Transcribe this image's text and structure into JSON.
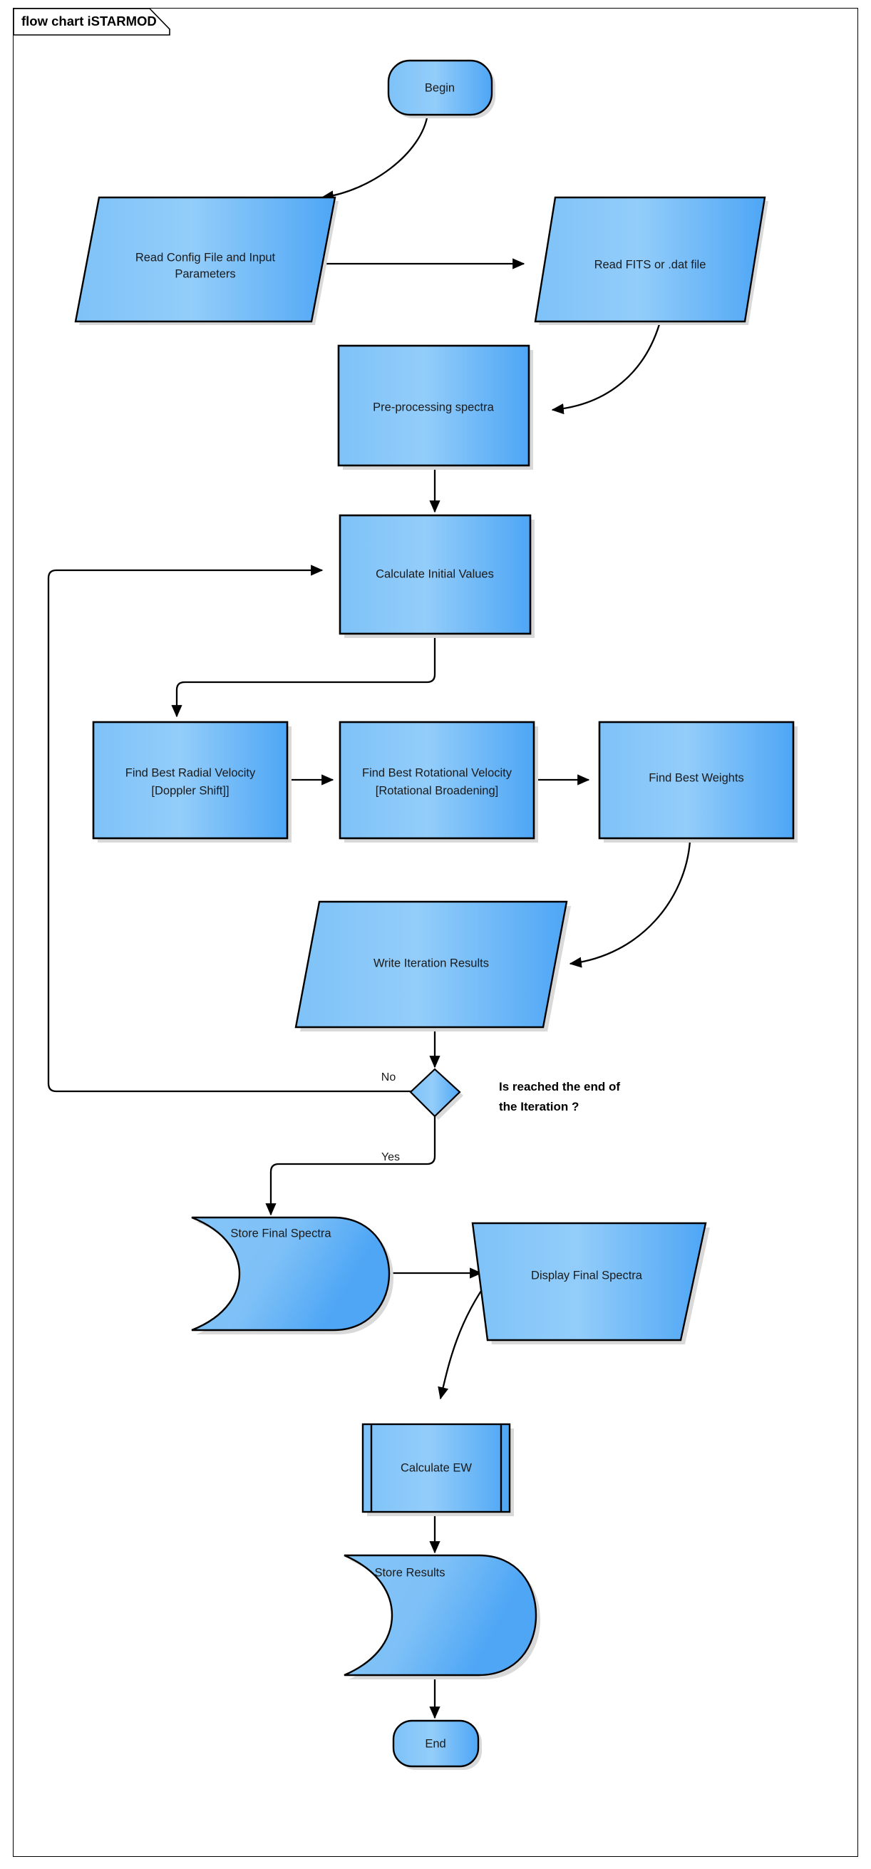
{
  "diagram": {
    "title": "flow chart iSTARMOD",
    "type": "flowchart",
    "colors": {
      "node_fill_light": "#7ec0f7",
      "node_fill_dark": "#4ea6f5",
      "node_stroke": "#000000",
      "edge_stroke": "#000000",
      "background": "#ffffff",
      "shadow": "#d9d9d9"
    },
    "nodes": [
      {
        "id": "begin",
        "label": "Begin",
        "shape": "terminator"
      },
      {
        "id": "read_config",
        "label": "Read Config File and Input Parameters",
        "shape": "parallelogram"
      },
      {
        "id": "read_fits",
        "label": "Read FITS or .dat file",
        "shape": "parallelogram"
      },
      {
        "id": "preprocess",
        "label": "Pre-processing spectra",
        "shape": "process"
      },
      {
        "id": "init_values",
        "label": "Calculate Initial Values",
        "shape": "process"
      },
      {
        "id": "radial_vel",
        "label": "Find Best Radial Velocity [Doppler Shift]]",
        "shape": "process"
      },
      {
        "id": "rot_vel",
        "label": "Find Best Rotational Velocity [Rotational Broadening]",
        "shape": "process"
      },
      {
        "id": "weights",
        "label": "Find Best Weights",
        "shape": "process"
      },
      {
        "id": "write_iter",
        "label": "Write Iteration Results",
        "shape": "parallelogram"
      },
      {
        "id": "decision",
        "label": "Is reached the end of the Iteration ?",
        "shape": "decision"
      },
      {
        "id": "store_spec",
        "label": "Store Final Spectra",
        "shape": "storage"
      },
      {
        "id": "display_spec",
        "label": "Display Final Spectra",
        "shape": "parallelogram"
      },
      {
        "id": "calc_ew",
        "label": "Calculate EW",
        "shape": "predefined-process"
      },
      {
        "id": "store_res",
        "label": "Store Results",
        "shape": "storage"
      },
      {
        "id": "end",
        "label": "End",
        "shape": "terminator"
      }
    ],
    "node_labels": {
      "begin": "Begin",
      "read_config_line1": "Read Config File and Input",
      "read_config_line2": "Parameters",
      "read_fits": "Read FITS or .dat file",
      "preprocess": "Pre-processing spectra",
      "init_values": "Calculate Initial Values",
      "radial_vel_line1": "Find Best Radial Velocity",
      "radial_vel_line2": "[Doppler Shift]]",
      "rot_vel_line1": "Find Best Rotational Velocity",
      "rot_vel_line2": "[Rotational Broadening]",
      "weights": "Find Best Weights",
      "write_iter": "Write Iteration Results",
      "decision_line1": "Is reached the end of",
      "decision_line2": "the Iteration ?",
      "store_spec": "Store Final Spectra",
      "display_spec": "Display Final Spectra",
      "calc_ew": "Calculate EW",
      "store_res": "Store Results",
      "end": "End"
    },
    "edges": [
      {
        "from": "begin",
        "to": "read_config",
        "label": ""
      },
      {
        "from": "read_config",
        "to": "read_fits",
        "label": ""
      },
      {
        "from": "read_fits",
        "to": "preprocess",
        "label": ""
      },
      {
        "from": "preprocess",
        "to": "init_values",
        "label": ""
      },
      {
        "from": "init_values",
        "to": "radial_vel",
        "label": ""
      },
      {
        "from": "radial_vel",
        "to": "rot_vel",
        "label": ""
      },
      {
        "from": "rot_vel",
        "to": "weights",
        "label": ""
      },
      {
        "from": "weights",
        "to": "write_iter",
        "label": ""
      },
      {
        "from": "write_iter",
        "to": "decision",
        "label": ""
      },
      {
        "from": "decision",
        "to": "init_values",
        "label": "No"
      },
      {
        "from": "decision",
        "to": "store_spec",
        "label": "Yes"
      },
      {
        "from": "store_spec",
        "to": "display_spec",
        "label": ""
      },
      {
        "from": "display_spec",
        "to": "calc_ew",
        "label": ""
      },
      {
        "from": "calc_ew",
        "to": "store_res",
        "label": ""
      },
      {
        "from": "store_res",
        "to": "end",
        "label": ""
      }
    ],
    "edge_labels": {
      "no": "No",
      "yes": "Yes"
    }
  }
}
